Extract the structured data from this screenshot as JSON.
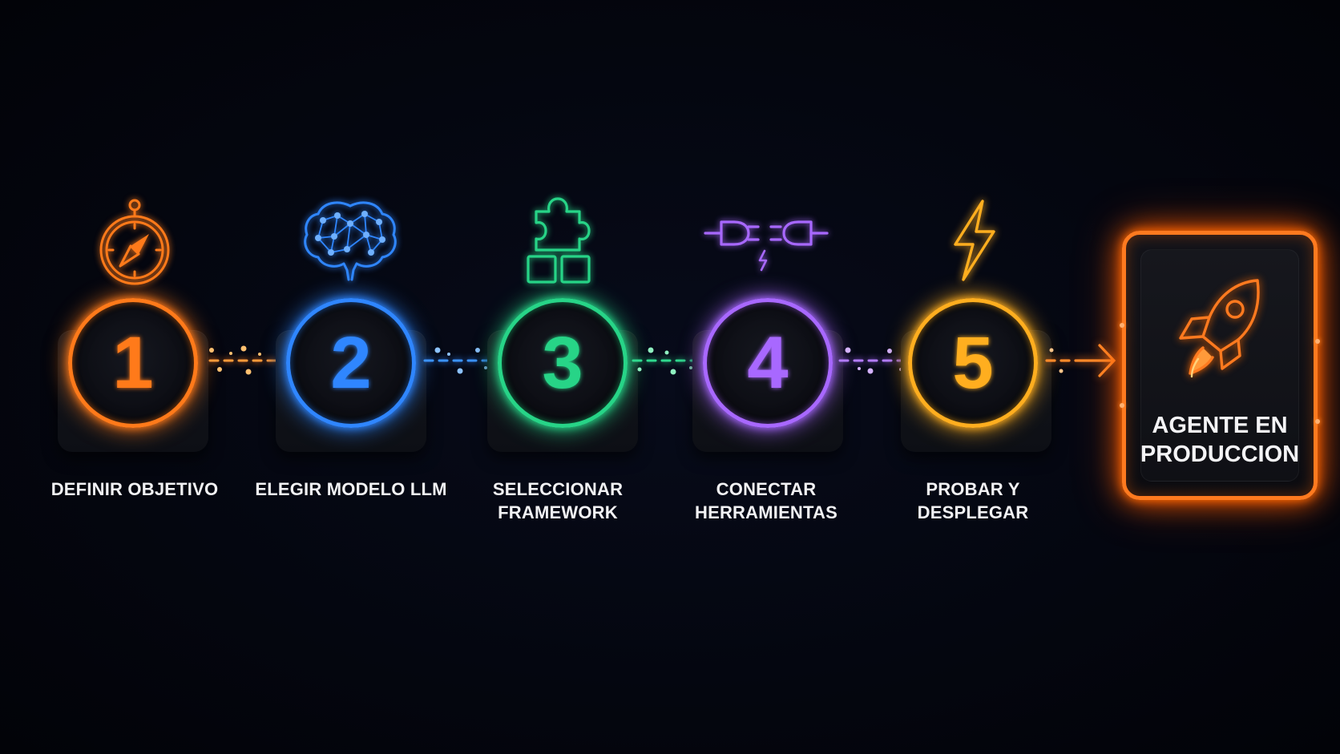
{
  "steps": [
    {
      "number": "1",
      "label": "DEFINIR OBJETIVO",
      "color": "#ff7a1a",
      "icon": "compass-icon"
    },
    {
      "number": "2",
      "label": "ELEGIR MODELO LLM",
      "color": "#2f86ff",
      "icon": "brain-network-icon"
    },
    {
      "number": "3",
      "label": "SELECCIONAR\nFRAMEWORK",
      "color": "#27d487",
      "icon": "puzzle-blocks-icon"
    },
    {
      "number": "4",
      "label": "CONECTAR\nHERRAMIENTAS",
      "color": "#a868ff",
      "icon": "plug-connect-icon"
    },
    {
      "number": "5",
      "label": "PROBAR Y\nDESPLEGAR",
      "color": "#ffae1f",
      "icon": "lightning-bolt-icon"
    }
  ],
  "final": {
    "label": "AGENTE EN\nPRODUCCION",
    "color": "#ff7a1f",
    "icon": "rocket-icon"
  }
}
